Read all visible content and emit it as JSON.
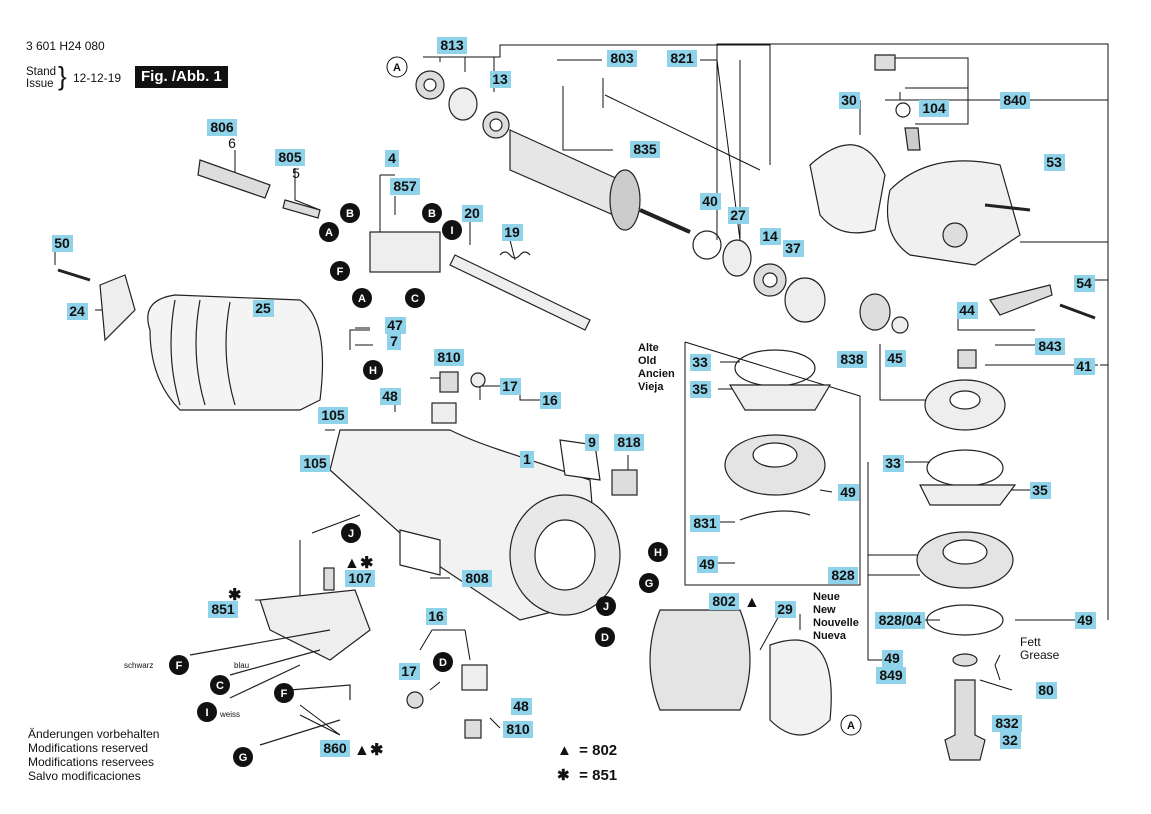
{
  "header": {
    "number": "3 601 H24 080",
    "stand": "Stand",
    "issue": "Issue",
    "brace": "}",
    "date": "12-12-19",
    "figure": "Fig. /Abb. 1"
  },
  "disclaimer": [
    "Änderungen vorbehalten",
    "Modifications reserved",
    "Modifications reservees",
    "Salvo modificaciones"
  ],
  "old_labels": [
    "Alte",
    "Old",
    "Ancien",
    "Vieja"
  ],
  "new_labels": [
    "Neue",
    "New",
    "Nouvelle",
    "Nueva"
  ],
  "grease_labels": [
    "Fett",
    "Grease"
  ],
  "wire_colors": {
    "black": "schwarz",
    "blue": "blau",
    "white": "weiss"
  },
  "legend": [
    {
      "symbol": "▲",
      "text": "= 802"
    },
    {
      "symbol": "✱",
      "text": "= 851"
    }
  ],
  "part_numbers": {
    "p813": "813",
    "p803": "803",
    "p821": "821",
    "p13": "13",
    "p840": "840",
    "p30": "30",
    "p104": "104",
    "p835": "835",
    "p806": "806",
    "p805": "805",
    "p4": "4",
    "p857": "857",
    "p20": "20",
    "p19": "19",
    "p40": "40",
    "p27": "27",
    "p14": "14",
    "p37": "37",
    "p53": "53",
    "p50": "50",
    "p24": "24",
    "p25": "25",
    "p54": "54",
    "p47": "47",
    "p7": "7",
    "p44": "44",
    "p843": "843",
    "p810a": "810",
    "p838": "838",
    "p45": "45",
    "p41": "41",
    "p17a": "17",
    "p16a": "16",
    "p48a": "48",
    "p33a": "33",
    "p35a": "35",
    "p105a": "105",
    "p105b": "105",
    "p9": "9",
    "p818": "818",
    "p1": "1",
    "p49a": "49",
    "p33b": "33",
    "p35b": "35",
    "p831": "831",
    "p49b": "49",
    "p107": "107",
    "p808": "808",
    "p828": "828",
    "p851": "851",
    "p802": "802",
    "p29": "29",
    "p82804": "828/04",
    "p49c": "49",
    "p16b": "16",
    "p49d": "49",
    "p849": "849",
    "p17b": "17",
    "p48b": "48",
    "p80": "80",
    "p810b": "810",
    "p832": "832",
    "p32": "32",
    "p860": "860"
  },
  "plain_numbers": {
    "n6": "6",
    "n5": "5"
  },
  "callouts": {
    "A": "A",
    "B": "B",
    "C": "C",
    "D": "D",
    "F": "F",
    "G": "G",
    "H": "H",
    "I": "I",
    "J": "J"
  },
  "colors": {
    "label_bg": "#8fd3ea",
    "ink": "#111111",
    "callout_fill": "#111111"
  }
}
